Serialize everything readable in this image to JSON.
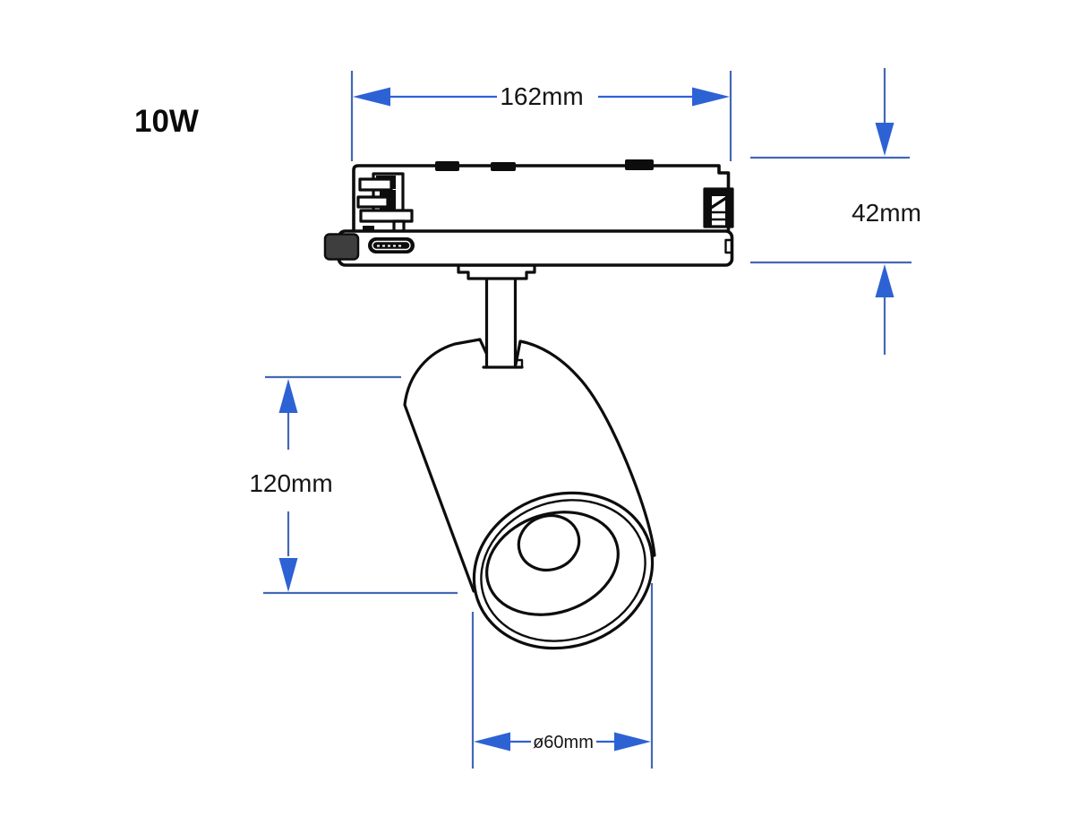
{
  "diagram": {
    "wattage": "10W",
    "dimensions": {
      "track_width": "162mm",
      "adapter_height": "42mm",
      "head_length": "120mm",
      "head_diameter": "ø60mm"
    },
    "colors": {
      "dimension_blue": "#2D62D4",
      "extension_line_blue": "#4368B5",
      "drawing_black": "#0D0D0D",
      "background": "#FFFFFF"
    }
  }
}
